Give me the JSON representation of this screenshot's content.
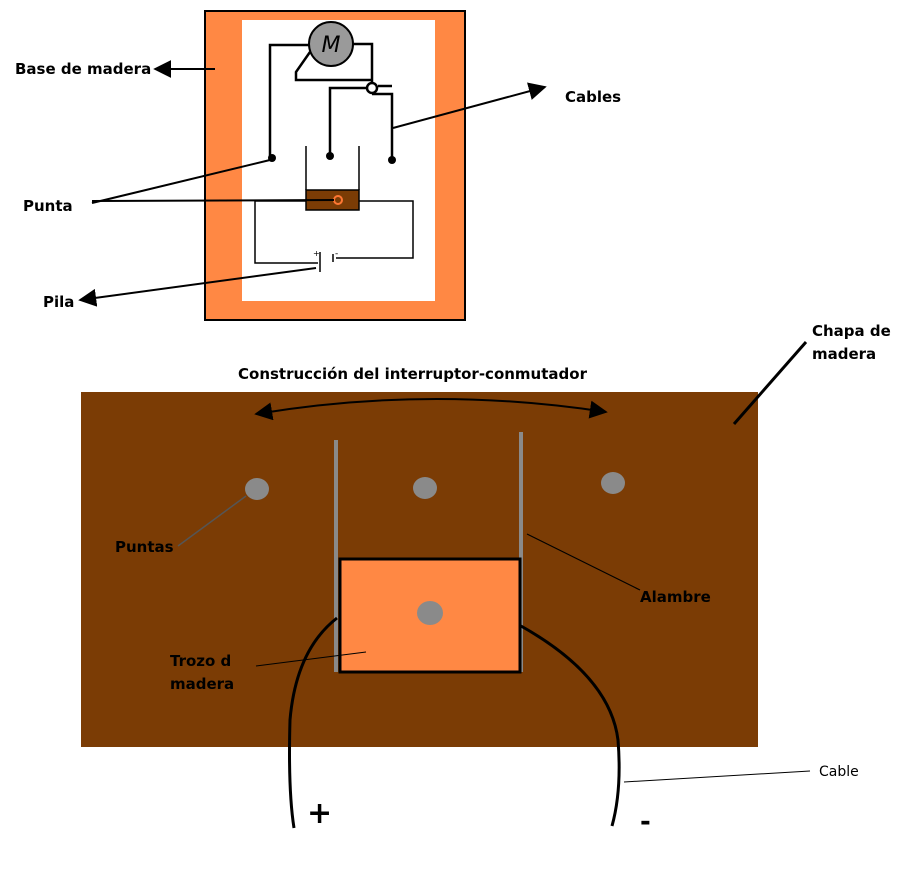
{
  "top": {
    "motor_letter": "M",
    "label_base": "Base de madera",
    "label_cables": "Cables",
    "label_punta": "Punta",
    "label_pila": "Pila",
    "battery_plus": "+",
    "battery_minus": "-"
  },
  "bottom": {
    "title": "Construcción del interruptor-conmutador",
    "label_chapa_1": "Chapa de",
    "label_chapa_2": "madera",
    "label_puntas": "Puntas",
    "label_alambre": "Alambre",
    "label_trozo_1": "Trozo d",
    "label_trozo_2": "madera",
    "label_cable": "Cable",
    "sign_plus": "+",
    "sign_minus": "-"
  },
  "colors": {
    "orange": "#ff8844",
    "brown": "#7b3c05",
    "gray": "#8a8a8a",
    "block": "#ff8844"
  }
}
